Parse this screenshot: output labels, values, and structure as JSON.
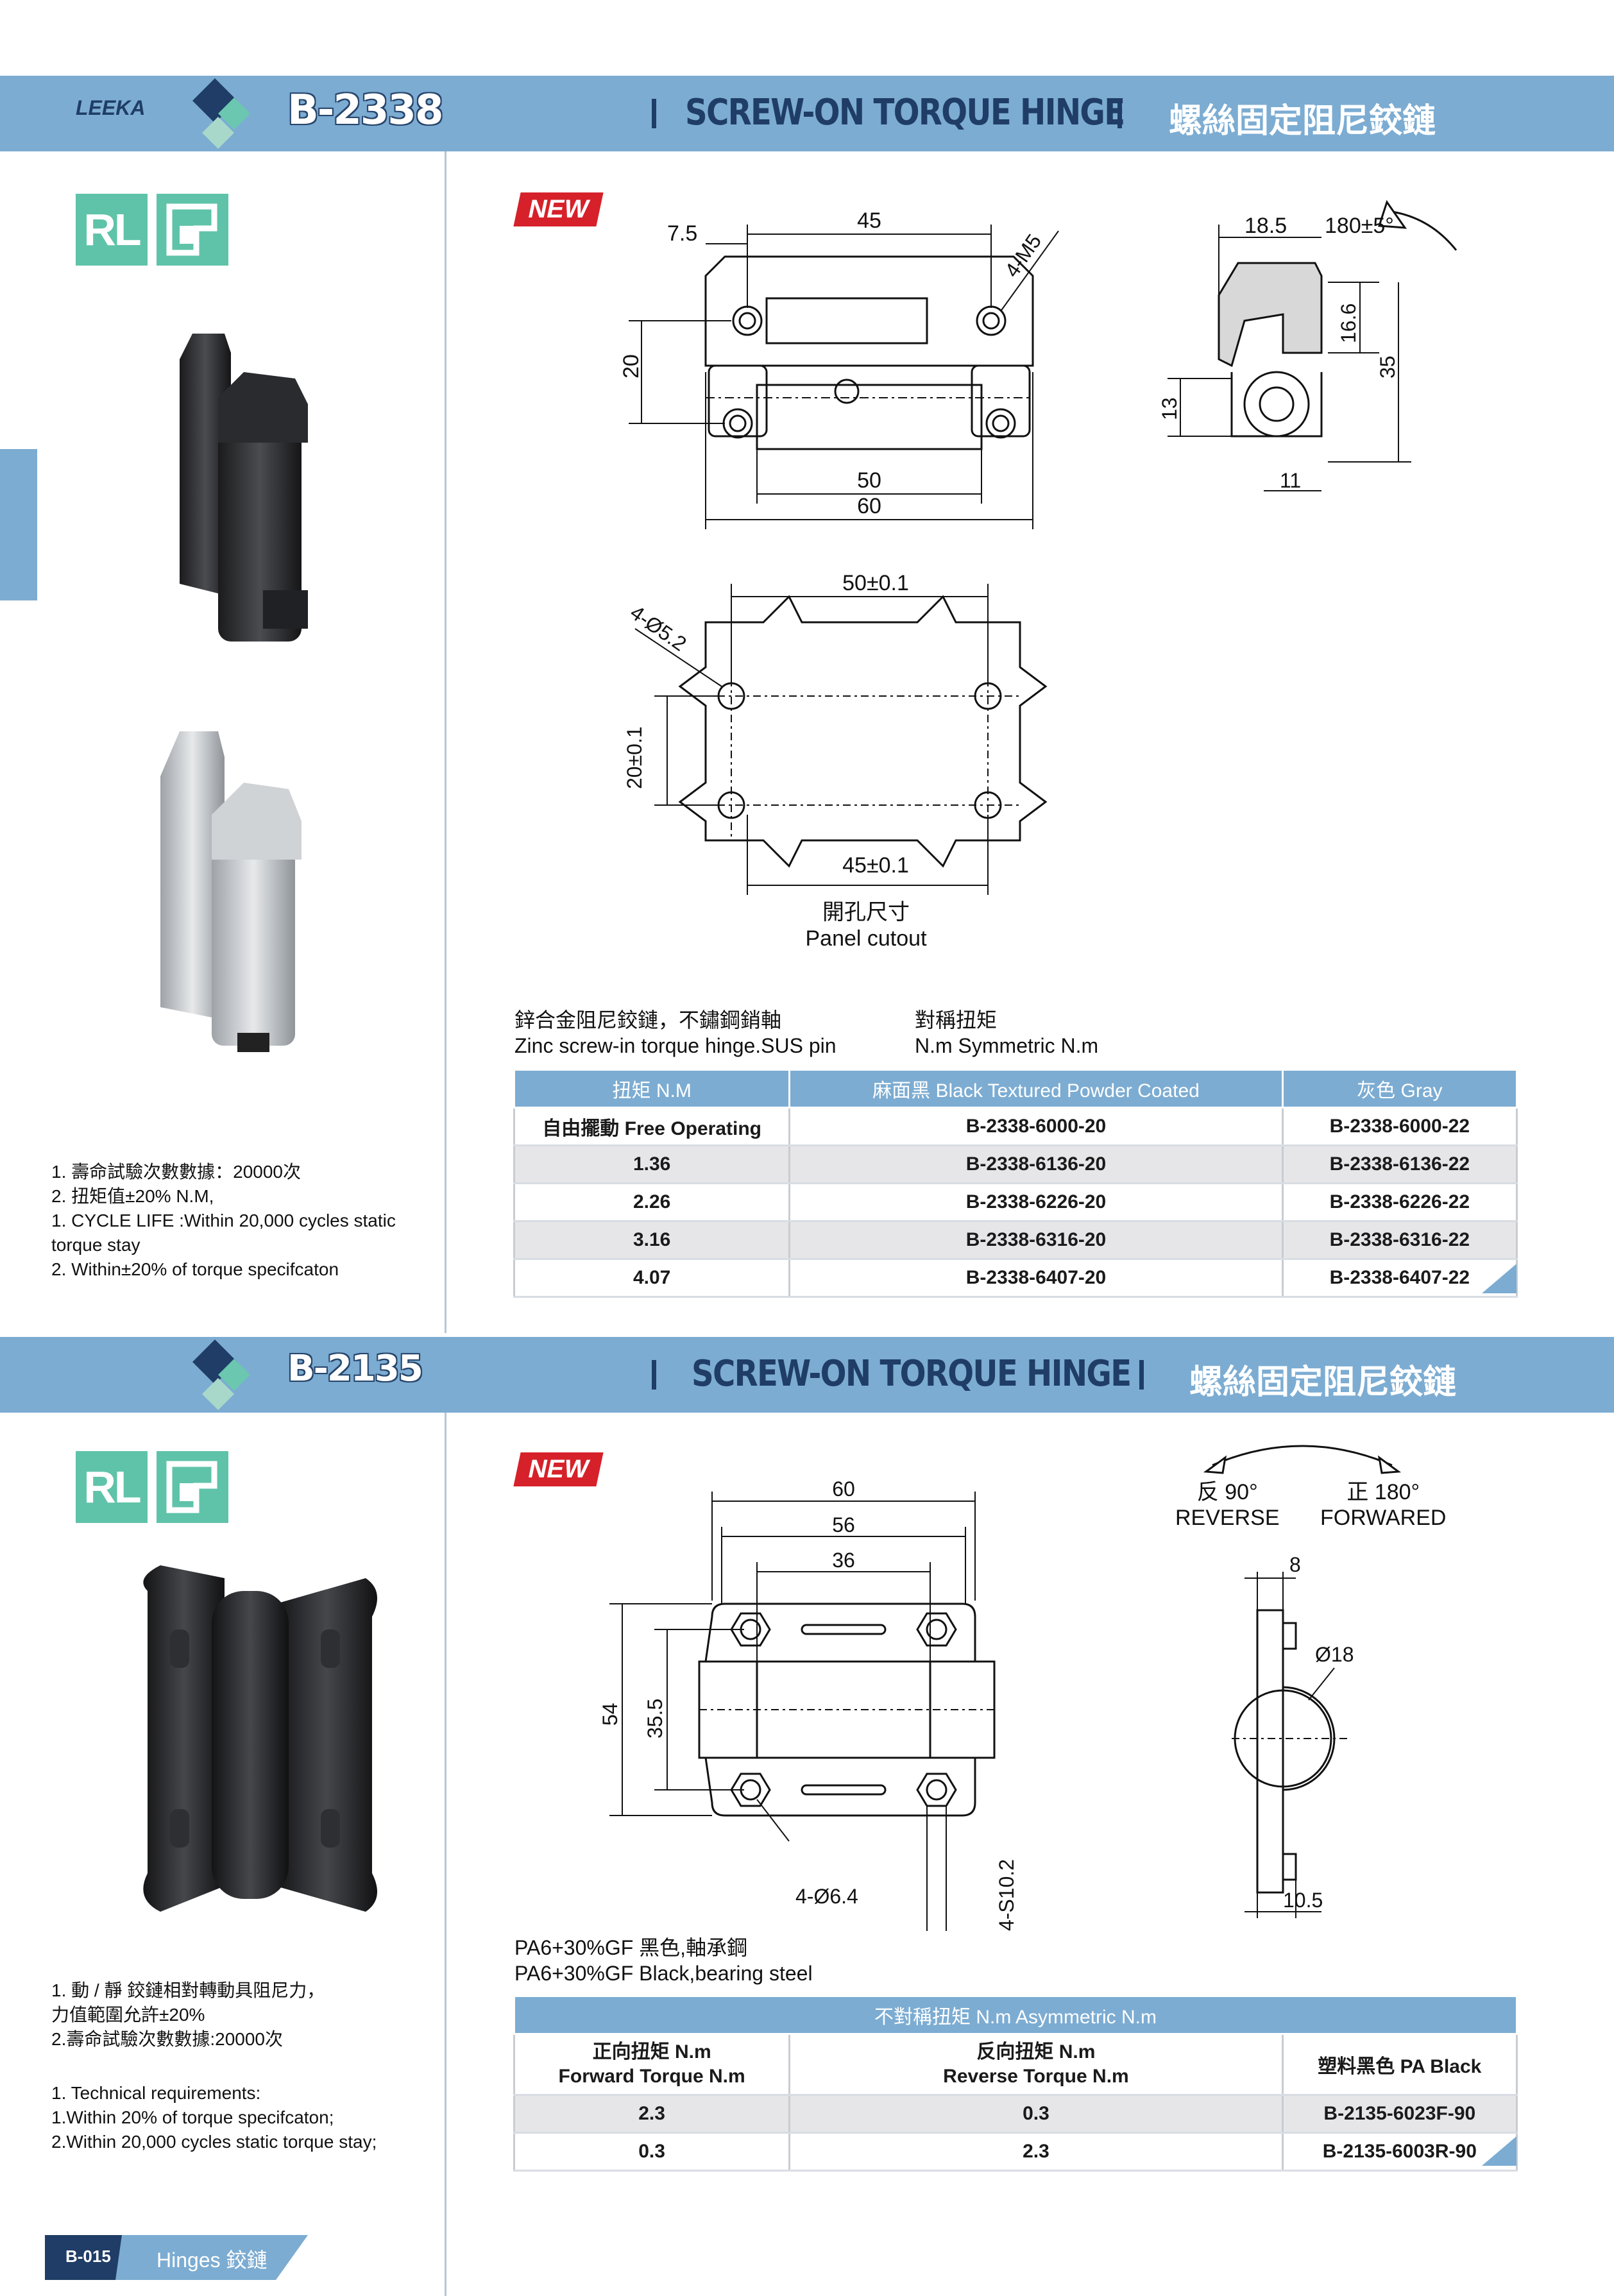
{
  "brand": {
    "logo_text": "LEEKA"
  },
  "section1": {
    "model": "B-2338",
    "title_en": "SCREW-ON TORQUE HINGE",
    "title_zh": "螺絲固定阻尼鉸鏈",
    "badge": "RL",
    "new_tag": "NEW",
    "dims": {
      "d45": "45",
      "d7_5": "7.5",
      "m5": "4-M5",
      "d20": "20",
      "d50": "50",
      "d60": "60",
      "d18_5": "18.5",
      "angle": "180±5°",
      "d16_6": "16.6",
      "d35": "35",
      "d13": "13",
      "d11": "11"
    },
    "cutout": {
      "d50": "50±0.1",
      "hole": "4-Ø5.2",
      "d20": "20±0.1",
      "d45": "45±0.1",
      "label_zh": "開孔尺寸",
      "label_en": "Panel cutout"
    },
    "material_zh": "鋅合金阻尼鉸鏈，不鏽鋼銷軸",
    "material_en": "Zinc screw-in torque hinge.SUS pin",
    "torque_zh": "對稱扭矩",
    "torque_en": "N.m Symmetric N.m",
    "table": {
      "headers": [
        "扭矩 N.M",
        "麻面黑 Black Textured Powder Coated",
        "灰色 Gray"
      ],
      "rows": [
        [
          "自由擺動 Free Operating",
          "B-2338-6000-20",
          "B-2338-6000-22"
        ],
        [
          "1.36",
          "B-2338-6136-20",
          "B-2338-6136-22"
        ],
        [
          "2.26",
          "B-2338-6226-20",
          "B-2338-6226-22"
        ],
        [
          "3.16",
          "B-2338-6316-20",
          "B-2338-6316-22"
        ],
        [
          "4.07",
          "B-2338-6407-20",
          "B-2338-6407-22"
        ]
      ]
    },
    "notes": [
      "1. 壽命試驗次數數據：20000次",
      "2. 扭矩值±20% N.M,",
      "1. CYCLE LIFE :Within 20,000 cycles static",
      "torque stay",
      "2. Within±20% of torque specifcaton"
    ]
  },
  "section2": {
    "model": "B-2135",
    "title_en": "SCREW-ON TORQUE HINGE",
    "title_zh": "螺絲固定阻尼鉸鏈",
    "badge": "RL",
    "new_tag": "NEW",
    "dims": {
      "d60": "60",
      "d56": "56",
      "d36": "36",
      "d54": "54",
      "d35_5": "35.5",
      "hole": "4-Ø6.4",
      "s10": "4-S10.2",
      "d8": "8",
      "d18": "Ø18",
      "d10_5": "10.5"
    },
    "rotation": {
      "rev_zh": "反",
      "rev_angle": "90°",
      "rev_en": "REVERSE",
      "fwd_zh": "正",
      "fwd_angle": "180°",
      "fwd_en": "FORWARED"
    },
    "material_zh": "PA6+30%GF 黑色,軸承鋼",
    "material_en": "PA6+30%GF Black,bearing steel",
    "table": {
      "title": "不對稱扭矩 N.m Asymmetric N.m",
      "col1_zh": "正向扭矩 N.m",
      "col1_en": "Forward Torque N.m",
      "col2_zh": "反向扭矩 N.m",
      "col2_en": "Reverse Torque N.m",
      "col3": "塑料黑色 PA Black",
      "rows": [
        [
          "2.3",
          "0.3",
          "B-2135-6023F-90"
        ],
        [
          "0.3",
          "2.3",
          "B-2135-6003R-90"
        ]
      ]
    },
    "notes": [
      "1. 動 / 靜 鉸鏈相對轉動具阻尼力，",
      "力值範圍允許±20%",
      "2.壽命試驗次數數據:20000次",
      "1. Technical requirements:",
      "1.Within 20% of torque specifcaton;",
      "2.Within 20,000 cycles static torque stay;"
    ]
  },
  "footer": {
    "page": "B-015",
    "category": "Hinges 鉸鏈"
  },
  "colors": {
    "band": "#7cacd2",
    "navy": "#1f3d66",
    "badge_green": "#5fc3a9",
    "new_red": "#d6212a"
  }
}
